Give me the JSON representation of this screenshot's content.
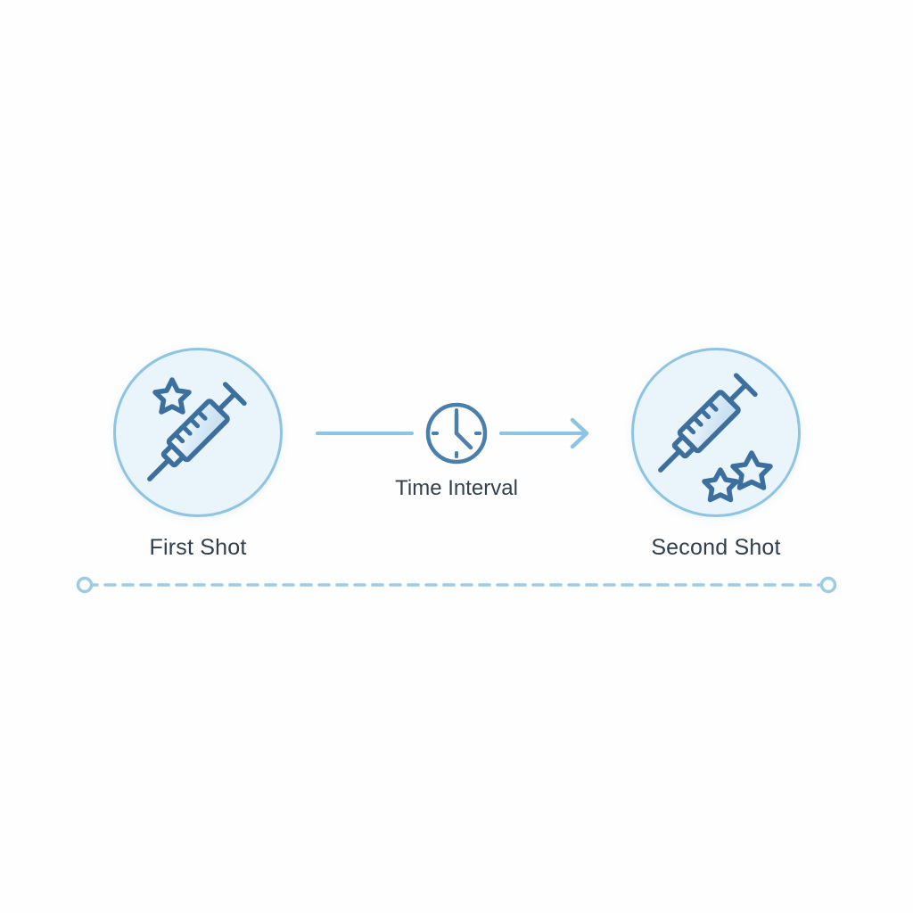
{
  "diagram": {
    "title": "Vaccination schedule two-dose timeline",
    "background_color": "#fefefe",
    "accent_light": "#8ec4e3",
    "accent_dark": "#3c6f9e",
    "circle_fill": "#e9f4fb",
    "text_color": "#2f3e4f"
  },
  "steps": [
    {
      "id": "first-shot",
      "label": "First Shot",
      "icon": "syringe-with-star-icon",
      "star_count": 1
    },
    {
      "id": "second-shot",
      "label": "Second Shot",
      "icon": "syringe-with-two-stars-icon",
      "star_count": 2
    }
  ],
  "connector": {
    "label": "Time Interval",
    "icon": "clock-icon",
    "clock_hour_hand": 12,
    "clock_minute_hand": 4,
    "arrow_direction": "right",
    "line_color": "#8ec4e3",
    "clock_color": "#4a7fab"
  },
  "timeline": {
    "style": "dashed",
    "endpoint_icon": "circle-outline-marker",
    "endpoints": [
      "start",
      "end"
    ],
    "color": "#9ccbe6"
  }
}
